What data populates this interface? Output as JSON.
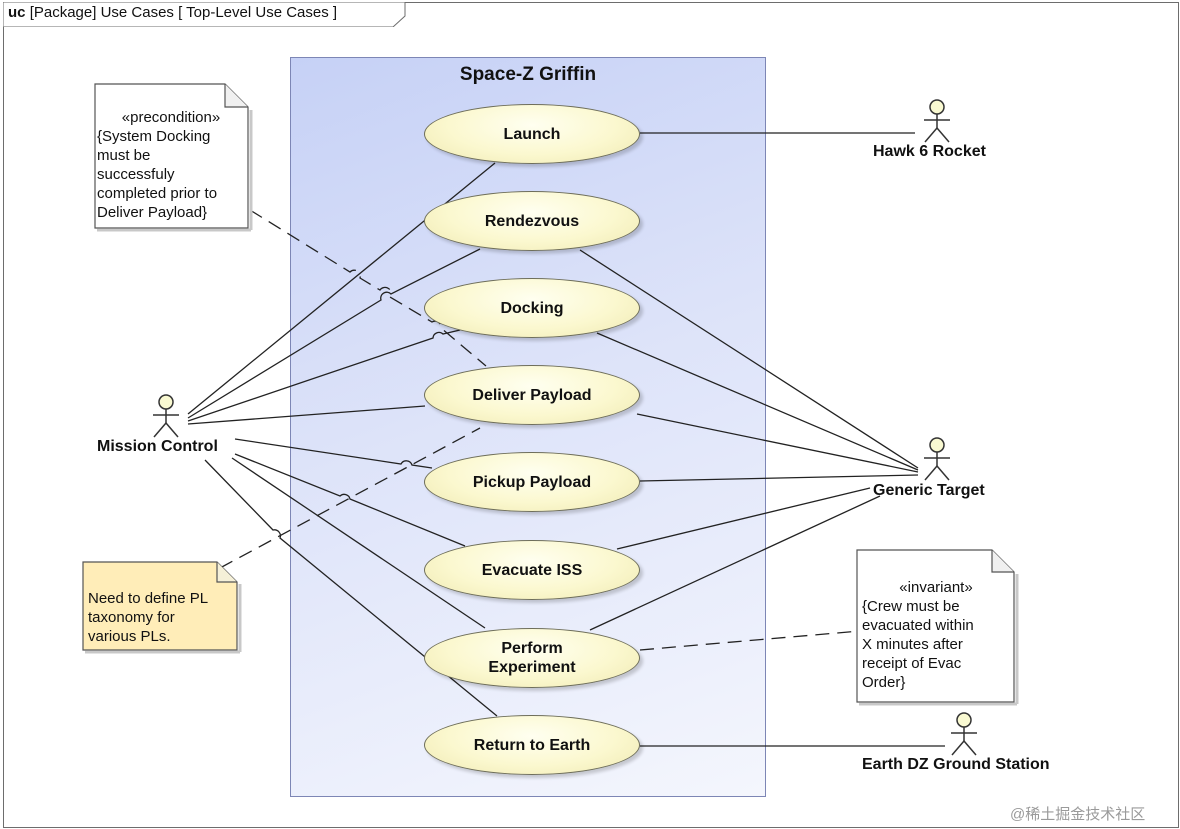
{
  "frame": {
    "kind": "uc",
    "label": "[Package] Use Cases [ Top-Level Use Cases ]"
  },
  "system": {
    "title": "Space-Z Griffin"
  },
  "use_cases": {
    "launch": "Launch",
    "rendezvous": "Rendezvous",
    "docking": "Docking",
    "deliver_payload": "Deliver Payload",
    "pickup_payload": "Pickup Payload",
    "evacuate_iss": "Evacuate ISS",
    "perform_experiment": "Perform\nExperiment",
    "return_to_earth": "Return to Earth"
  },
  "actors": {
    "hawk": "Hawk 6 Rocket",
    "mission_control": "Mission Control",
    "generic_target": "Generic Target",
    "ground_station": "Earth DZ Ground Station"
  },
  "notes": {
    "precondition": {
      "stereotype": "«precondition»",
      "text": "{System Docking\nmust be\nsuccessfuly\ncompleted prior to\nDeliver Payload}"
    },
    "todo": {
      "text": "Need to define PL\ntaxonomy for\nvarious PLs."
    },
    "invariant": {
      "stereotype": "«invariant»",
      "text": "{Crew must be\nevacuated within\nX minutes after\nreceipt of Evac\nOrder}"
    }
  },
  "watermark": "@稀土掘金技术社区",
  "colors": {
    "usecase_fill": "#fbf8cf",
    "system_fill": "#c6d1f6",
    "note_fill": "#ffffff",
    "todo_note_fill": "#fff0c0",
    "actor_fill": "#fafad2"
  }
}
